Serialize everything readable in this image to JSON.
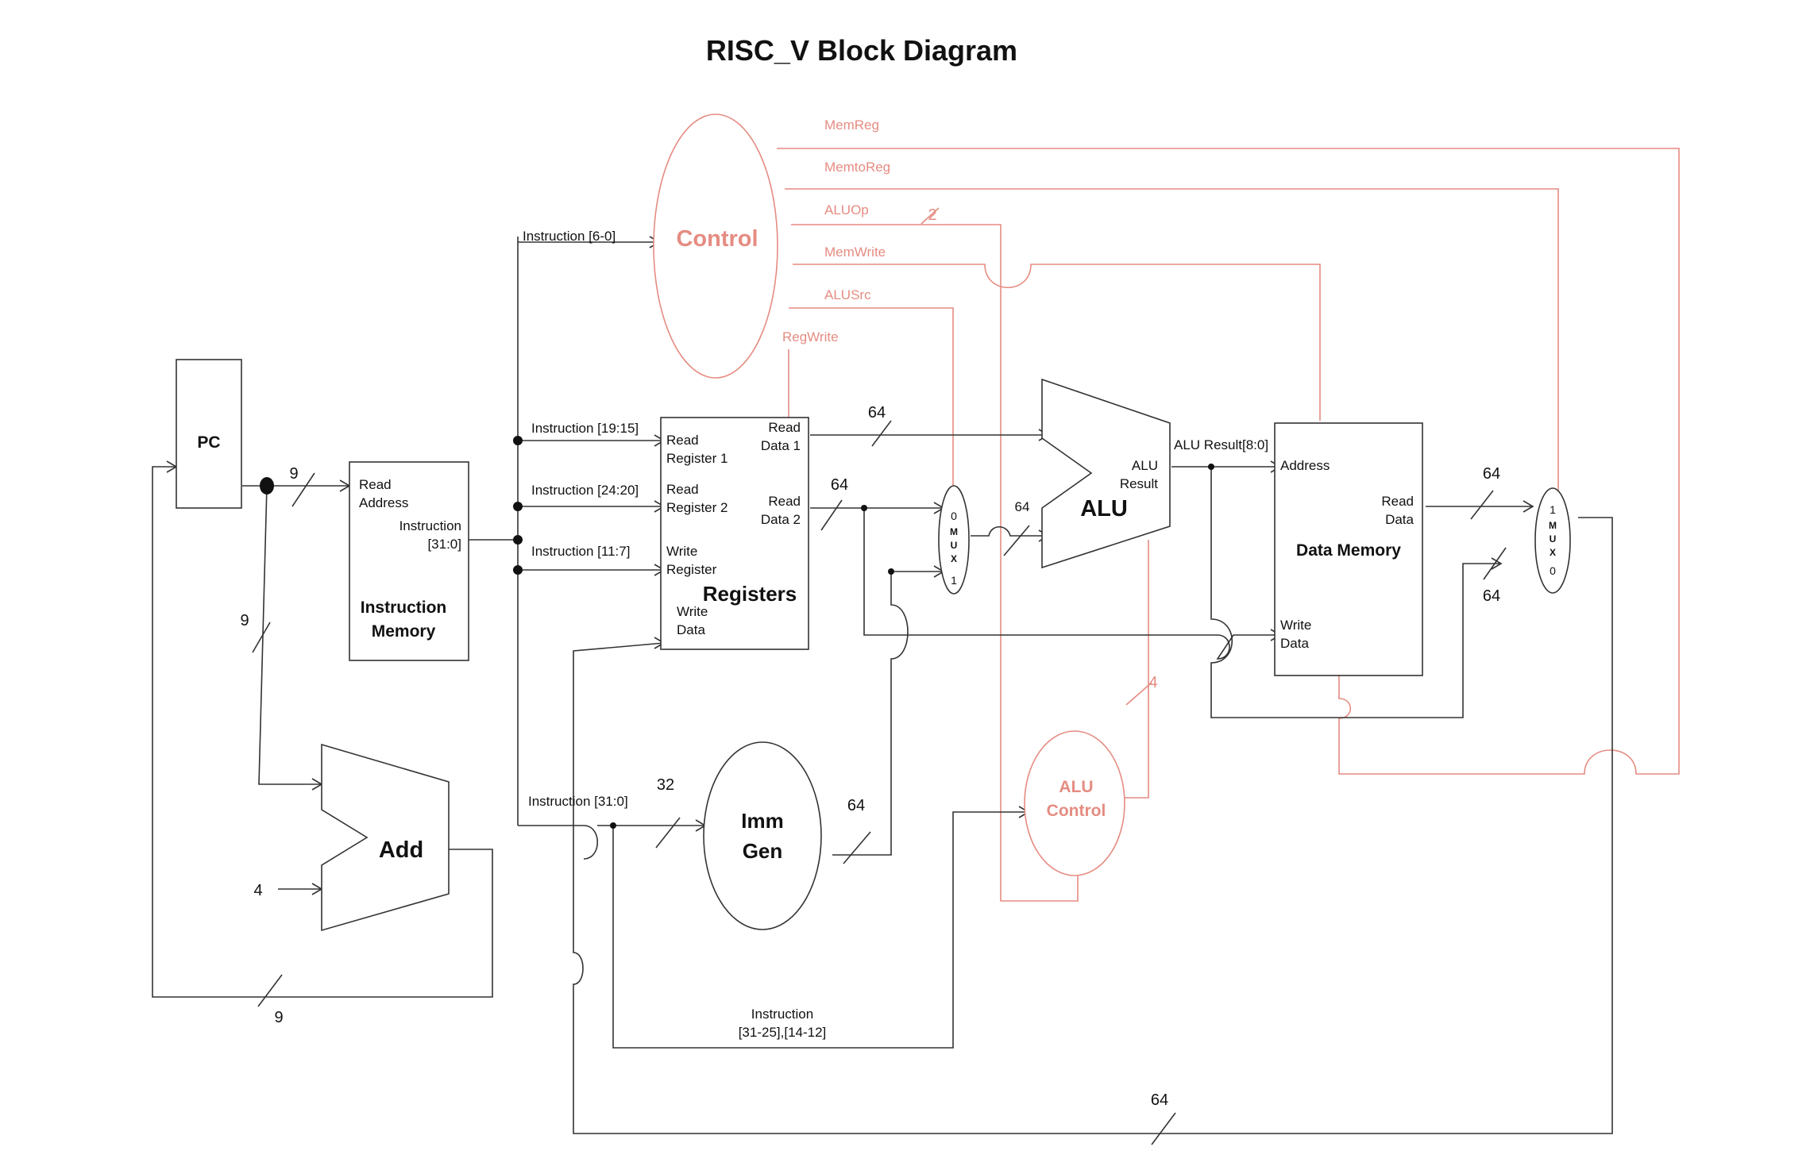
{
  "title": "RISC_V Block Diagram",
  "colors": {
    "datapath": "#333333",
    "control": "#e58c82",
    "text": "#111111"
  },
  "blocks": {
    "pc": {
      "label": "PC"
    },
    "instruction_memory": {
      "name_line1": "Instruction",
      "name_line2": "Memory",
      "port_read_addr_1": "Read",
      "port_read_addr_2": "Address",
      "port_instr_1": "Instruction",
      "port_instr_2": "[31:0]"
    },
    "registers": {
      "name": "Registers",
      "rr1_1": "Read",
      "rr1_2": "Register 1",
      "rr2_1": "Read",
      "rr2_2": "Register 2",
      "wr_1": "Write",
      "wr_2": "Register",
      "wd_1": "Write",
      "wd_2": "Data",
      "rd1_1": "Read",
      "rd1_2": "Data 1",
      "rd2_1": "Read",
      "rd2_2": "Data 2"
    },
    "alu": {
      "name": "ALU",
      "result_1": "ALU",
      "result_2": "Result"
    },
    "data_memory": {
      "name": "Data Memory",
      "address": "Address",
      "rd_1": "Read",
      "rd_2": "Data",
      "wd_1": "Write",
      "wd_2": "Data"
    },
    "adder": {
      "name": "Add"
    },
    "imm_gen": {
      "line1": "Imm",
      "line2": "Gen"
    },
    "control": {
      "name": "Control"
    },
    "alu_control": {
      "line1": "ALU",
      "line2": "Control"
    },
    "mux_alu": {
      "top": "0",
      "letters": [
        "M",
        "U",
        "X"
      ],
      "bottom": "1"
    },
    "mux_wb": {
      "top": "1",
      "letters": [
        "M",
        "U",
        "X"
      ],
      "bottom": "0"
    }
  },
  "signals": {
    "memreg": "MemReg",
    "memtoreg": "MemtoReg",
    "aluop": "ALUOp",
    "memwrite": "MemWrite",
    "alusrc": "ALUSrc",
    "regwrite": "RegWrite"
  },
  "wire_labels": {
    "instr_6_0": "Instruction [6-0]",
    "instr_19_15": "Instruction [19:15]",
    "instr_24_20": "Instruction [24:20]",
    "instr_11_7": "Instruction [11:7]",
    "instr_31_0": "Instruction [31:0]",
    "instr_funct_1": "Instruction",
    "instr_funct_2": "[31-25],[14-12]",
    "alu_result_bits": "ALU Result[8:0]"
  },
  "bus_widths": {
    "pc_out": "9",
    "pc_to_add": "9",
    "add_feedback": "9",
    "add_const": "4",
    "rd1": "64",
    "rd2": "64",
    "mux_out": "64",
    "imm_in": "32",
    "imm_out": "64",
    "mem_read": "64",
    "alu_to_mux": "64",
    "writeback": "64",
    "aluop_width": "2",
    "aluctrl_width": "4"
  }
}
